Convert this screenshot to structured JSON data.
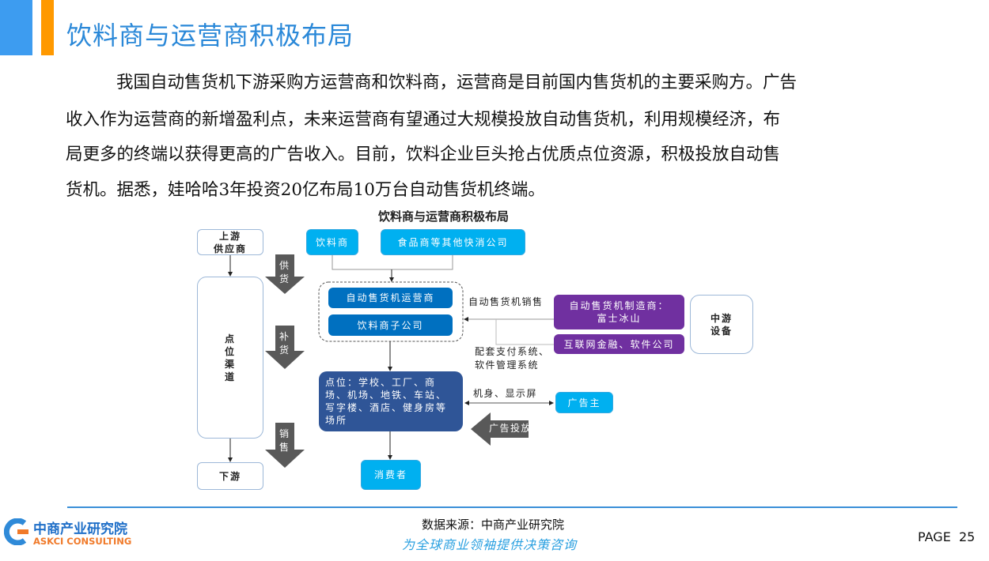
{
  "header": {
    "title": "饮料商与运营商积极布局"
  },
  "body": {
    "lines": [
      "我国自动售货机下游采购方运营商和饮料商，运营商是目前国内售货机的主要采购方。广告",
      "收入作为运营商的新增盈利点，未来运营商有望通过大规模投放自动售货机，利用规模经济，布",
      "局更多的终端以获得更高的广告收入。目前，饮料企业巨头抢占优质点位资源，积极投放自动售",
      "货机。据悉，娃哈哈3年投资20亿布局10万台自动售货机终端。"
    ]
  },
  "diagram": {
    "title": "饮料商与运营商积极布局",
    "upstream": "上游\n供应商",
    "channel": "点\n位\n渠\n道",
    "downstream": "下游",
    "arrow_supply": "供\n货",
    "arrow_restock": "补\n货",
    "arrow_sales": "销\n售",
    "beverage": "饮料商",
    "fmcg": "食品商等其他快消公司",
    "operator": "自动售货机运营商",
    "subsidiary": "饮料商子公司",
    "vending_sales": "自动售货机销售",
    "manufacturer": "自动售货机制造商：\n富士冰山",
    "fintech": "互联网金融、软件公司",
    "midstream": "中游\n设备",
    "payment": "配套支付系统、\n软件管理系统",
    "locations": "点位：学校、工厂、商场、机场、地铁、车站、写字楼、酒店、健身房等场所",
    "body_screen": "机身、显示屏",
    "advertiser": "广告主",
    "ad_placement": "广告投放",
    "consumer": "消费者"
  },
  "footer": {
    "logo_cn": "中商产业研究院",
    "logo_en": "ASKCI CONSULTING",
    "source": "数据来源：中商产业研究院",
    "tagline": "为全球商业领袖提供决策咨询",
    "page": "PAGE  25"
  },
  "colors": {
    "accent_blue": "#2a88d8",
    "orange": "#ff9900",
    "light_blue": "#00b0f0",
    "dark_blue": "#0070c0",
    "purple": "#7030a0",
    "navy": "#2f5597"
  }
}
